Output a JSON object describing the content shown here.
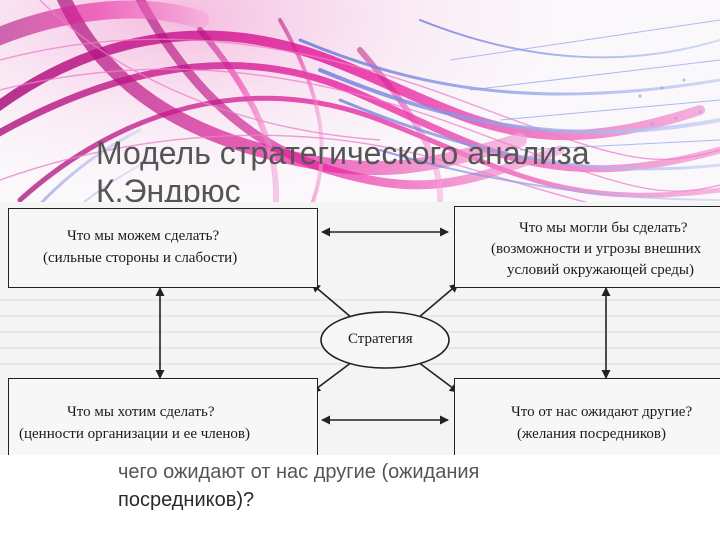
{
  "slide": {
    "title_line1": "Модель стратегического анализа",
    "title_line2": "К.Эндрюс"
  },
  "diagram": {
    "center": "Стратегия",
    "boxes": {
      "top_left": {
        "line1": "Что мы можем сделать?",
        "line2": "(сильные стороны и слабости)"
      },
      "top_right": {
        "line1": "Что мы могли бы сделать?",
        "line2": "(возможности и угрозы внешних",
        "line3": "условий окружающей среды)"
      },
      "bottom_left": {
        "line1": "Что мы хотим сделать?",
        "line2": "(ценности организации и ее членов)"
      },
      "bottom_right": {
        "line1": "Что от нас ожидают другие?",
        "line2": "(желания посредников)"
      }
    }
  },
  "body_text": {
    "line1": "чего ожидают от нас другие (ожидания",
    "line2": "посредников)?"
  },
  "colors": {
    "ribbon_magenta": "#d0189a",
    "ribbon_pink": "#ec7ec8",
    "ribbon_blue": "#6a80e0",
    "title_gray": "#555555"
  }
}
